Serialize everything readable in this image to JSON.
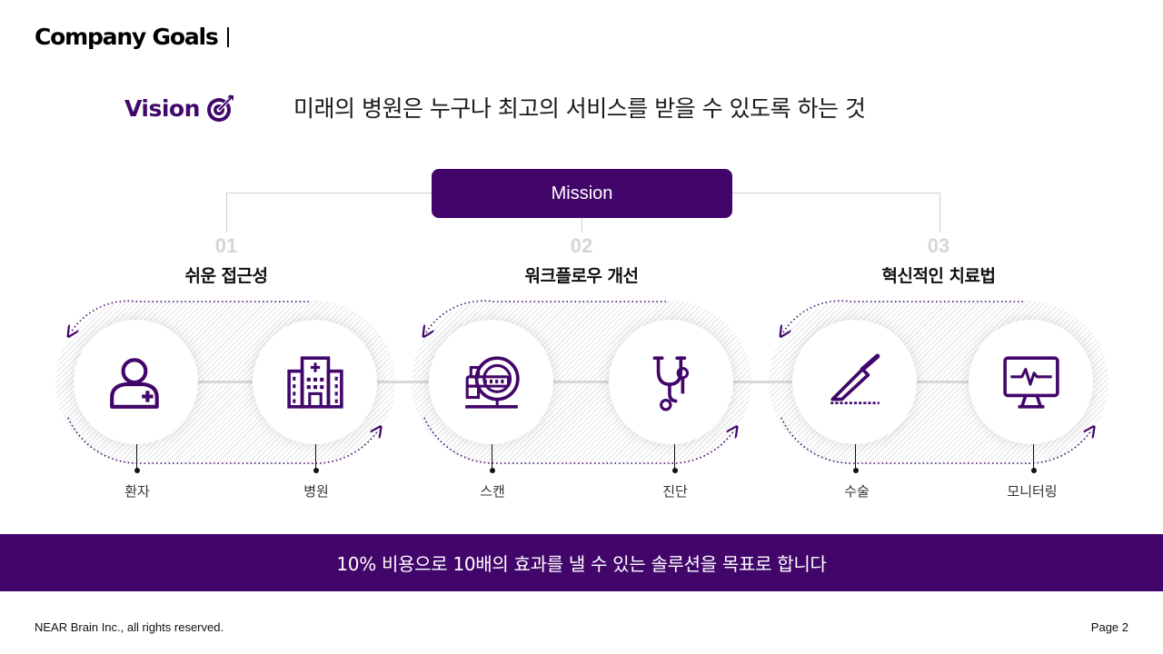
{
  "header": {
    "title": "Company Goals"
  },
  "vision": {
    "label": "Vision",
    "icon": "target-arrow-icon",
    "text": "미래의 병원은 누구나 최고의 서비스를 받을 수 있도록 하는 것"
  },
  "mission": {
    "label": "Mission"
  },
  "goals": [
    {
      "number": "01",
      "title": "쉬운 접근성",
      "items": [
        {
          "label": "환자",
          "icon": "patient-icon"
        },
        {
          "label": "병원",
          "icon": "hospital-icon"
        }
      ]
    },
    {
      "number": "02",
      "title": "워크플로우 개선",
      "items": [
        {
          "label": "스캔",
          "icon": "mri-scanner-icon"
        },
        {
          "label": "진단",
          "icon": "stethoscope-icon"
        }
      ]
    },
    {
      "number": "03",
      "title": "혁신적인 치료법",
      "items": [
        {
          "label": "수술",
          "icon": "scalpel-icon"
        },
        {
          "label": "모니터링",
          "icon": "heart-monitor-icon"
        }
      ]
    }
  ],
  "banner": {
    "text": "10% 비용으로 10배의 효과를 낼 수 있는 솔루션을 목표로 합니다"
  },
  "footer": {
    "copyright": "NEAR Brain Inc., all rights reserved.",
    "page": "Page 2"
  },
  "colors": {
    "accent": "#42066b",
    "muted_number": "#d6d6d6",
    "line": "#cfcfcf"
  }
}
